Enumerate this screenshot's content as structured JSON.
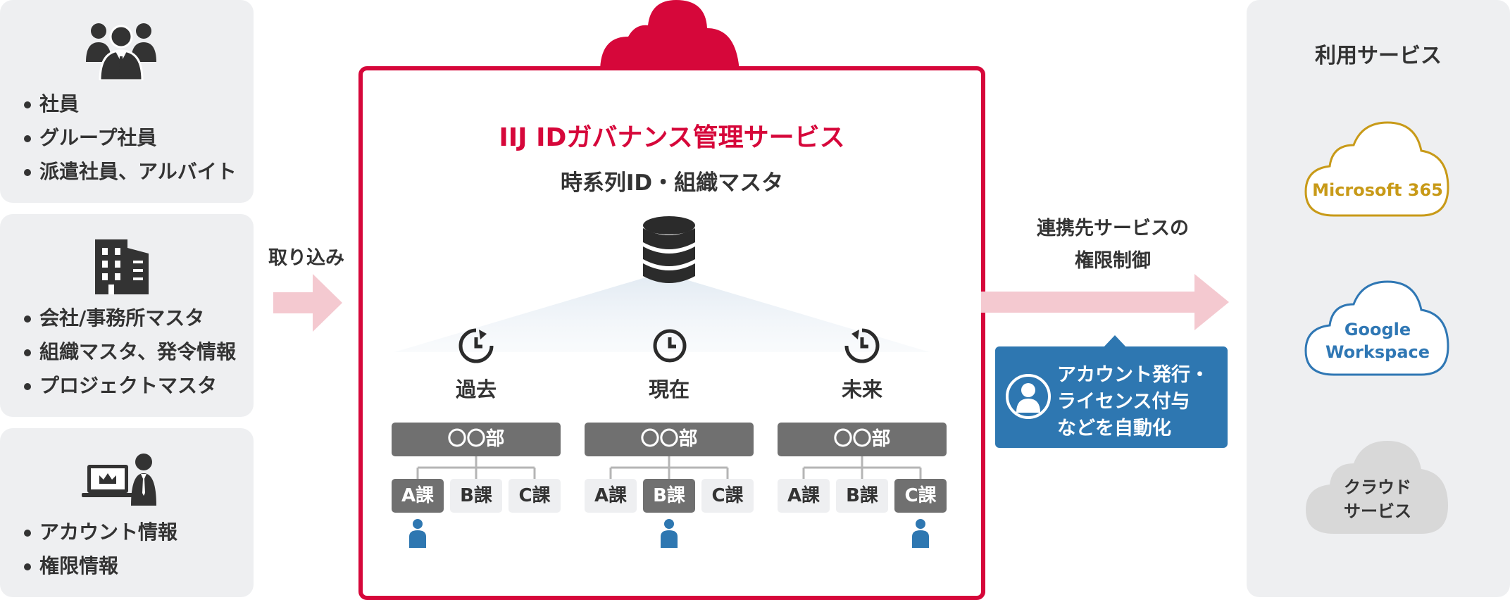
{
  "sources": [
    {
      "icon": "people-group-icon",
      "items": [
        "社員",
        "グループ社員",
        "派遣社員、アルバイト"
      ]
    },
    {
      "icon": "building-icon",
      "items": [
        "会社/事務所マスタ",
        "組織マスタ、発令情報",
        "プロジェクトマスタ"
      ]
    },
    {
      "icon": "admin-laptop-icon",
      "items": [
        "アカウント情報",
        "権限情報"
      ]
    }
  ],
  "import_label": "取り込み",
  "central": {
    "title": "IIJ IDガバナンス管理サービス",
    "subtitle": "時系列ID・組織マスタ",
    "periods": [
      {
        "label": "過去",
        "dept": "〇〇部",
        "sections": [
          "A課",
          "B課",
          "C課"
        ],
        "active": 0
      },
      {
        "label": "現在",
        "dept": "〇〇部",
        "sections": [
          "A課",
          "B課",
          "C課"
        ],
        "active": 1
      },
      {
        "label": "未来",
        "dept": "〇〇部",
        "sections": [
          "A課",
          "B課",
          "C課"
        ],
        "active": 2
      }
    ]
  },
  "control_label": [
    "連携先サービスの",
    "権限制御"
  ],
  "automation_callout": [
    "アカウント発行・",
    "ライセンス付与",
    "などを自動化"
  ],
  "services": {
    "title": "利用サービス",
    "items": [
      {
        "lines": [
          "Microsoft 365"
        ],
        "color": "#c89a18",
        "filled": false
      },
      {
        "lines": [
          "Google",
          "Workspace"
        ],
        "color": "#2f77b4",
        "filled": false
      },
      {
        "lines": [
          "クラウド",
          "サービス"
        ],
        "color": "#d8d8d8",
        "filled": true
      }
    ]
  },
  "colors": {
    "accent_red": "#d6073a",
    "blue": "#2e77b1",
    "arrow_pink": "#f4c9d0",
    "panel_gray": "#eeeff1",
    "dark_gray": "#707070"
  }
}
